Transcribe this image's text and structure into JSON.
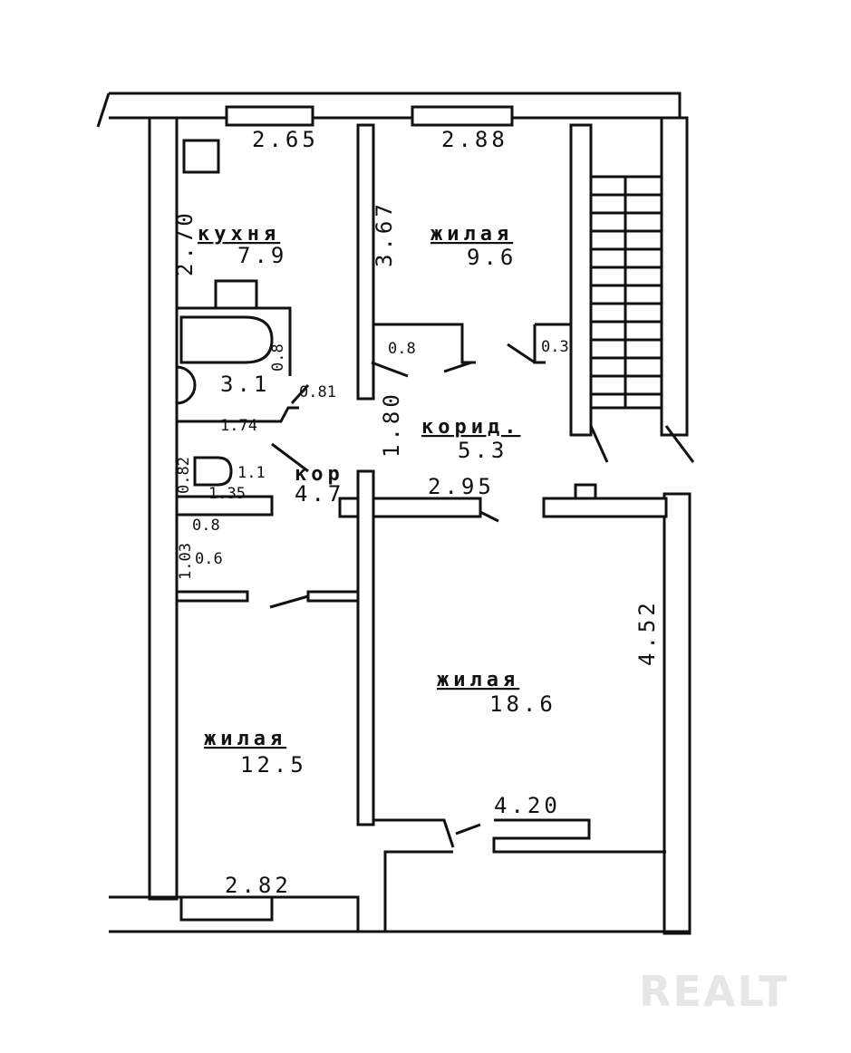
{
  "plan": {
    "rooms": {
      "kitchen": {
        "name": "кухня",
        "area": "7.9"
      },
      "living_top": {
        "name": "жилая",
        "area": "9.6"
      },
      "corridor": {
        "name": "корид.",
        "area": "5.3"
      },
      "corridor_small": {
        "name": "кор",
        "area": "4.7"
      },
      "living_large": {
        "name": "жилая",
        "area": "18.6"
      },
      "living_left": {
        "name": "жилая",
        "area": "12.5"
      }
    },
    "dimensions": {
      "kitchen_width": "2.65",
      "kitchen_depth": "2.70",
      "top_room_width": "2.88",
      "top_room_depth": "3.67",
      "door_08": "0.8",
      "door_03": "0.3",
      "bath_door": "0.8",
      "bath_len": "3.1",
      "bath_door2": "0.81",
      "bath_width": "1.74",
      "corridor_depth": "1.80",
      "wc_depth": "0.82",
      "wc_door": "1.1",
      "wc_width": "1.35",
      "closet_width": "0.8",
      "closet_depth": "1.03",
      "closet_door": "0.6",
      "corridor_width": "2.95",
      "large_depth": "4.52",
      "large_width": "4.20",
      "left_width": "2.82"
    }
  },
  "watermark": "REALT"
}
